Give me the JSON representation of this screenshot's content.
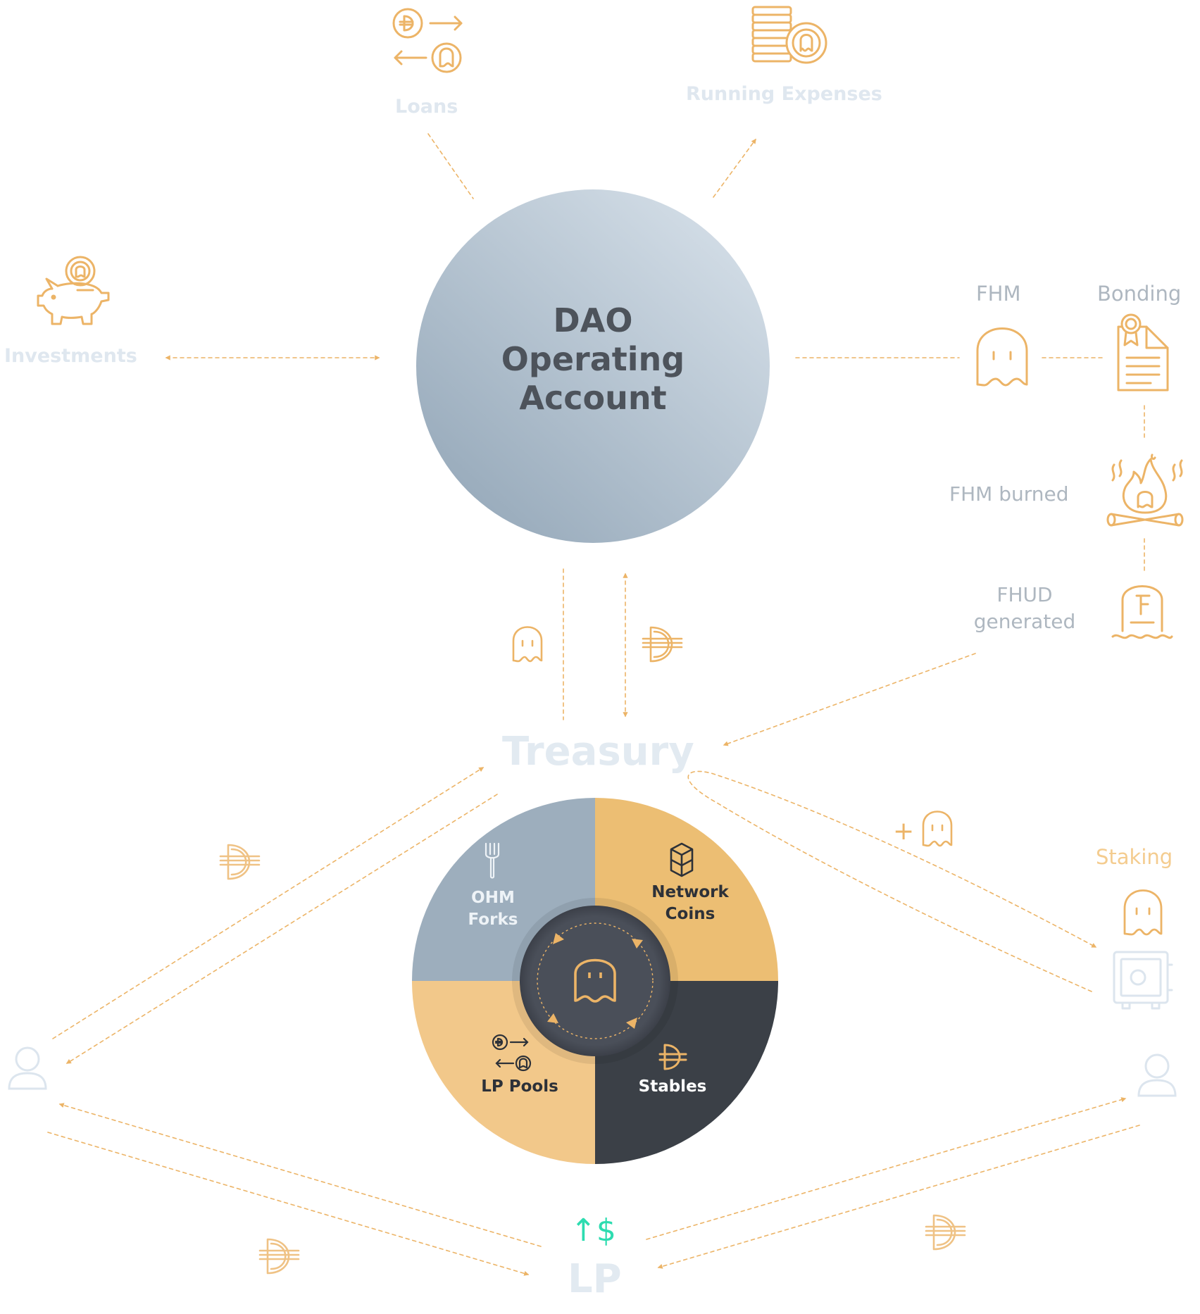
{
  "center": {
    "line1": "DAO",
    "line2": "Operating",
    "line3": "Account"
  },
  "labels": {
    "loans": "Loans",
    "running_expenses": "Running Expenses",
    "investments": "Investments",
    "fhm": "FHM",
    "bonding": "Bonding",
    "fhm_burned": "FHM burned",
    "fhud_line1": "FHUD",
    "fhud_line2": "generated",
    "treasury": "Treasury",
    "staking": "Staking",
    "lp": "LP",
    "plus": "+",
    "dollar_flow": "↑$"
  },
  "treasury_segments": [
    {
      "line1": "OHM",
      "line2": "Forks"
    },
    {
      "line1": "Network",
      "line2": "Coins"
    },
    {
      "line1": "LP Pools"
    },
    {
      "line1": "Stables"
    }
  ],
  "colors": {
    "gold": "#ecb467",
    "pale_blue_text": "#dfe7ef",
    "gray_text": "#aeb7c0",
    "slate_wedge": "#9daebd",
    "orange_wedge": "#ecbe73",
    "dark_wedge": "#3b4047",
    "hub": "#4a4f59",
    "teal": "#2ddcb0",
    "circle_top": "#d6e0e9",
    "circle_bottom": "#95a8b9",
    "center_text": "#4d535b"
  },
  "icons": [
    "loan-exchange-icon",
    "coins-stack-icon",
    "piggy-bank-icon",
    "ghost-icon",
    "certificate-icon",
    "fire-icon",
    "tombstone-icon",
    "stablecoin-icon",
    "fork-icon",
    "fantom-icon",
    "user-icon",
    "safe-icon",
    "arrow-up-icon",
    "dollar-icon"
  ]
}
